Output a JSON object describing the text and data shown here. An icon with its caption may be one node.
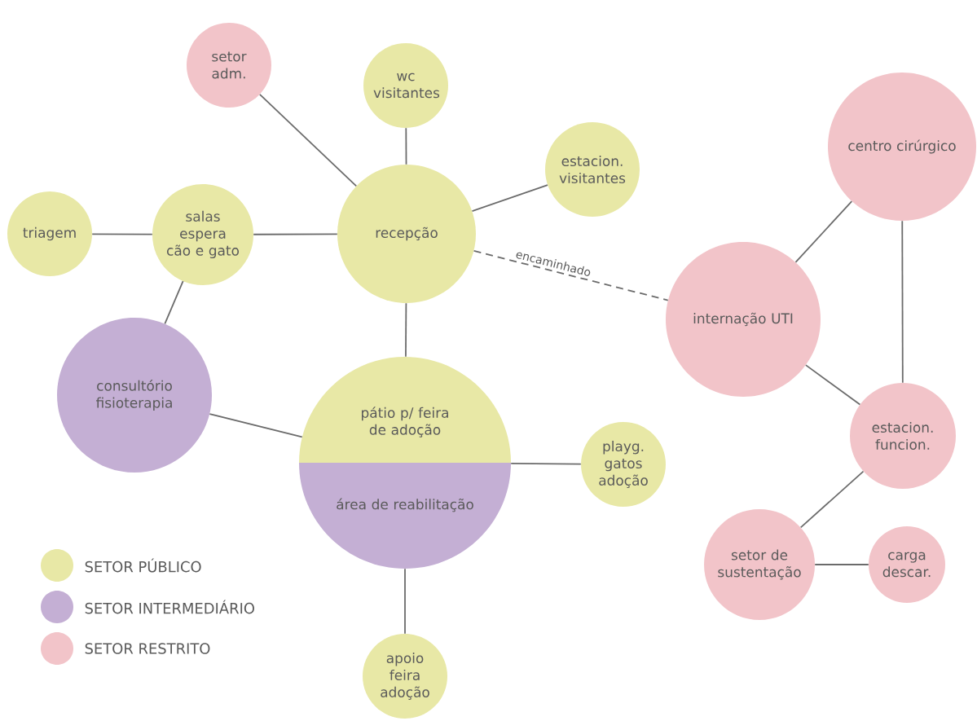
{
  "diagram": {
    "nodes": [
      {
        "text": [
          "setor adm."
        ]
      },
      {
        "text": [
          "wc visitantes"
        ]
      },
      {
        "text": [
          "estacion. visitantes"
        ]
      },
      {
        "text": [
          "triagem"
        ]
      },
      {
        "text": [
          "salas espera cão e gato"
        ]
      },
      {
        "text": [
          "recepção"
        ]
      },
      {
        "text": [
          "centro cirúrgico"
        ]
      },
      {
        "text": [
          "internação UTI"
        ]
      },
      {
        "text": [
          "consultório fisioterapia"
        ]
      },
      {
        "text": [
          "pátio p/ feira de adoção"
        ]
      },
      {
        "text": [
          "área de reabilitação"
        ]
      },
      {
        "text": [
          "playg. gatos adoção"
        ]
      },
      {
        "text": [
          "estacion. funcion."
        ]
      },
      {
        "text": [
          "setor de sustentação"
        ]
      },
      {
        "text": [
          "carga descar."
        ]
      },
      {
        "text": [
          "apoio feira adoção"
        ]
      }
    ],
    "edges": [
      {
        "from": 0,
        "to": 5,
        "arrow": "none"
      },
      {
        "from": 1,
        "to": 5,
        "arrow": "none"
      },
      {
        "from": 2,
        "to": 5,
        "arrow": "none"
      },
      {
        "from": 3,
        "to": 4,
        "arrow": "none"
      },
      {
        "from": 4,
        "to": 5,
        "arrow": "none"
      },
      {
        "from": 4,
        "to": 8,
        "arrow": "none"
      },
      {
        "from": 5,
        "to": 9,
        "arrow": "none"
      },
      {
        "from": 5,
        "to": 7,
        "arrow": "none",
        "label": "encaminhado",
        "style": "dashed"
      },
      {
        "from": 8,
        "to": 9,
        "arrow": "none"
      },
      {
        "from": 9,
        "to": 11,
        "arrow": "none"
      },
      {
        "from": 10,
        "to": 15,
        "arrow": "none"
      },
      {
        "from": 6,
        "to": 7,
        "arrow": "none"
      },
      {
        "from": 6,
        "to": 12,
        "arrow": "none"
      },
      {
        "from": 7,
        "to": 12,
        "arrow": "none"
      },
      {
        "from": 12,
        "to": 13,
        "arrow": "none"
      },
      {
        "from": 13,
        "to": 14,
        "arrow": "none"
      }
    ],
    "legend": [
      {
        "text": "SETOR PÚBLICO",
        "color": "#e8e8a6"
      },
      {
        "text": "SETOR INTERMEDIÁRIO",
        "color": "#c4afd4"
      },
      {
        "text": "SETOR RESTRITO",
        "color": "#f2c4c9"
      }
    ]
  }
}
